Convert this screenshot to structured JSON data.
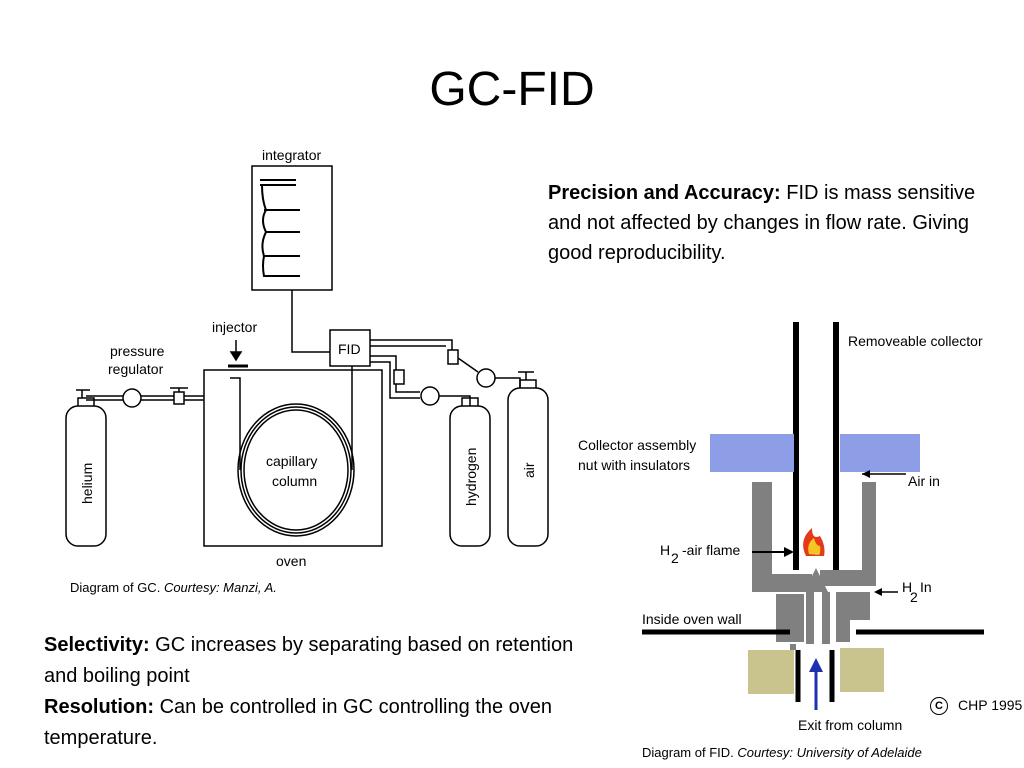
{
  "title": "GC-FID",
  "precision": {
    "heading": "Precision and Accuracy:",
    "text": "FID is mass sensitive and not affected by changes in flow rate.  Giving good reproducibility."
  },
  "gc_diagram": {
    "labels": {
      "integrator": "integrator",
      "injector": "injector",
      "pressure_regulator_line1": "pressure",
      "pressure_regulator_line2": "regulator",
      "fid": "FID",
      "capillary_line1": "capillary",
      "capillary_line2": "column",
      "oven": "oven",
      "helium": "helium",
      "hydrogen": "hydrogen",
      "air": "air"
    },
    "caption_prefix": "Diagram of GC.",
    "caption_credit": "Courtesy: Manzi, A."
  },
  "fid_diagram": {
    "labels": {
      "removeable_collector": "Removeable collector",
      "collector_line1": "Collector assembly",
      "collector_line2": "nut with insulators",
      "air_in": "Air in",
      "h2_flame_h": "H",
      "h2_flame_sub": "2",
      "h2_flame_rest": "-air flame",
      "h2_in_h": "H",
      "h2_in_sub": "2",
      "h2_in_rest": "In",
      "inside_oven_wall": "Inside oven wall",
      "exit_from_column": "Exit from column",
      "copyright_symbol": "C",
      "copyright_text": "CHP 1995"
    },
    "colors": {
      "collector_nut": "#8e9ee6",
      "insulator": "#c9c48e",
      "body_gray": "#808080",
      "flame_red": "#e43a1a",
      "flame_yellow": "#f5c623",
      "flow_arrow": "#1f2fb0"
    },
    "caption_prefix": "Diagram of FID.",
    "caption_credit": "Courtesy: University of Adelaide"
  },
  "lower": {
    "selectivity_heading": "Selectivity:",
    "selectivity_text": "GC increases by separating based on retention and boiling point",
    "resolution_heading": "Resolution:",
    "resolution_text": "Can be controlled in GC controlling the oven temperature."
  }
}
